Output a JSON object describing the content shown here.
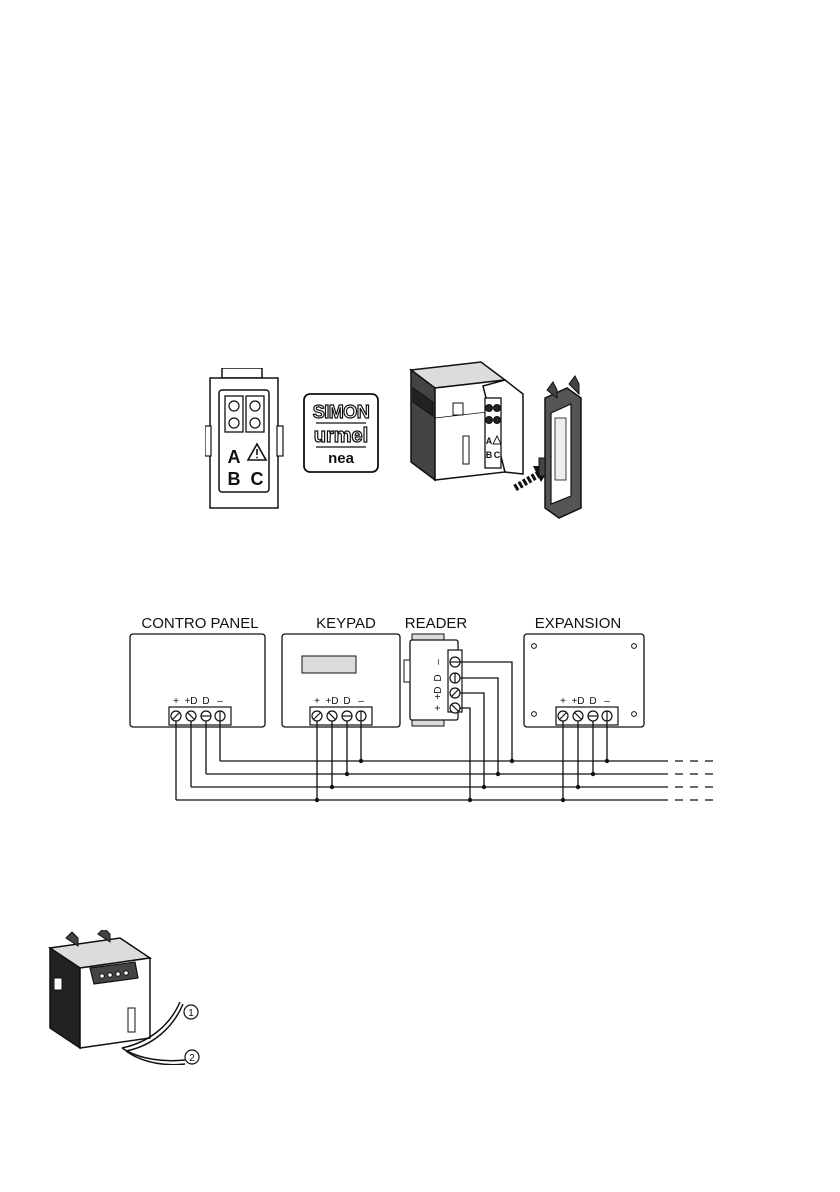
{
  "front_view": {
    "letter_a": "A",
    "letter_b": "B",
    "letter_c": "C",
    "warning_symbol": "warning-triangle-icon"
  },
  "logo": {
    "line1": "SIMON",
    "line2": "urmel",
    "line3": "nea"
  },
  "module_side": {
    "letter_a": "A",
    "letter_b": "B",
    "letter_c": "C"
  },
  "wiring": {
    "control_panel": {
      "title": "CONTRO PANEL",
      "terminals": [
        "+",
        "+D",
        "D",
        "–"
      ]
    },
    "keypad": {
      "title": "KEYPAD",
      "terminals": [
        "+",
        "+D",
        "D",
        "–"
      ]
    },
    "reader": {
      "title": "READER",
      "terminals": [
        "–",
        "D",
        "+D",
        "+"
      ]
    },
    "expansion": {
      "title": "EXPANSION",
      "terminals": [
        "+",
        "+D",
        "D",
        "–"
      ]
    }
  },
  "bottom_module": {
    "label_1": "1",
    "label_2": "2"
  },
  "colors": {
    "stroke": "#111111",
    "gray": "#555555",
    "light": "#dcdcdc"
  }
}
